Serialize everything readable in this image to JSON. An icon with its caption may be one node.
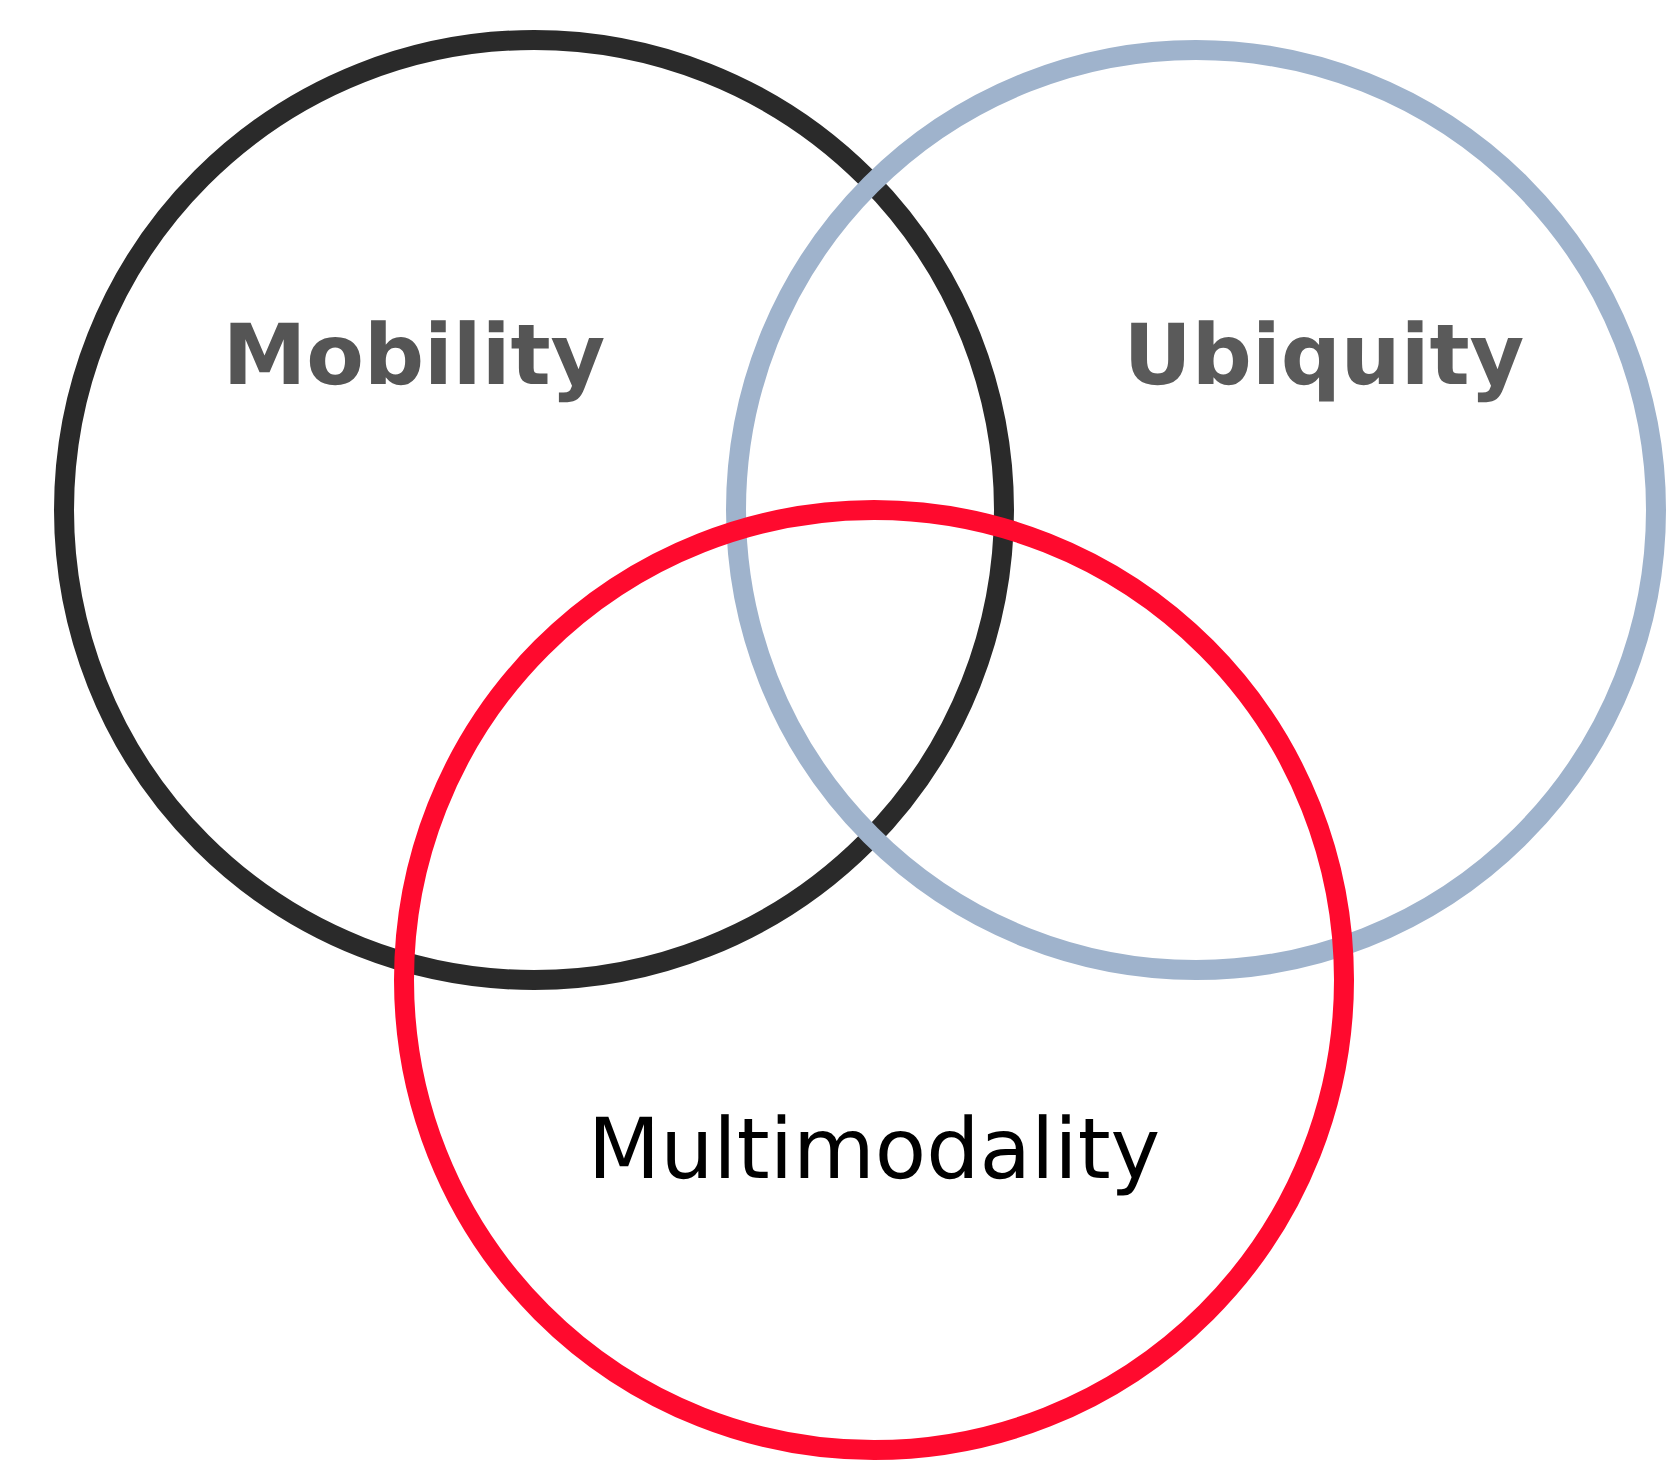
{
  "diagram": {
    "nodes": [
      {
        "text": [
          "Mobility"
        ]
      },
      {
        "text": [
          "Ubiquity"
        ]
      },
      {
        "text": [
          "Multimodality"
        ]
      }
    ]
  }
}
